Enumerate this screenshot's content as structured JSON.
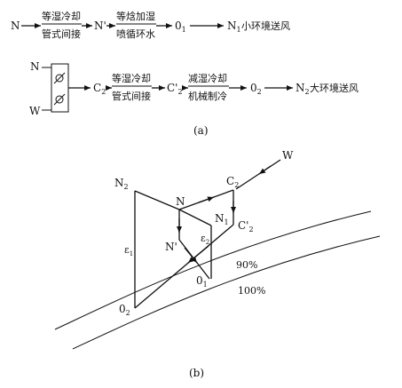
{
  "part_a": {
    "row1": {
      "start": "N",
      "step1_top": "等湿冷却",
      "step1_bottom": "管式间接",
      "mid1": "N'",
      "step2_top": "等焓加湿",
      "step2_bottom": "喷循环水",
      "mid2": "0",
      "mid2_sub": "1",
      "end": "N",
      "end_sub": "1",
      "end_text": "小环境送风"
    },
    "row2": {
      "input_top": "N",
      "input_bottom": "W",
      "mid1": "C",
      "mid1_sub": "2",
      "step1_top": "等湿冷却",
      "step1_bottom": "管式间接",
      "mid2": "C'",
      "mid2_sub": "2",
      "step2_top": "减湿冷却",
      "step2_bottom": "机械制冷",
      "mid3": "0",
      "mid3_sub": "2",
      "end": "N",
      "end_sub": "2",
      "end_text": "大环境送风"
    },
    "caption": "(a)"
  },
  "part_b": {
    "labels": {
      "W": "W",
      "C2": "C",
      "C2_sub": "2",
      "C2p": "C'",
      "C2p_sub": "2",
      "N": "N",
      "N2": "N",
      "N2_sub": "2",
      "N1": "N",
      "N1_sub": "1",
      "Np": "N'",
      "O1": "0",
      "O1_sub": "1",
      "O2": "0",
      "O2_sub": "2",
      "e1": "ε",
      "e1_sub": "1",
      "e2": "ε",
      "e2_sub": "2",
      "rh90": "90%",
      "rh100": "100%"
    },
    "caption": "(b)"
  }
}
